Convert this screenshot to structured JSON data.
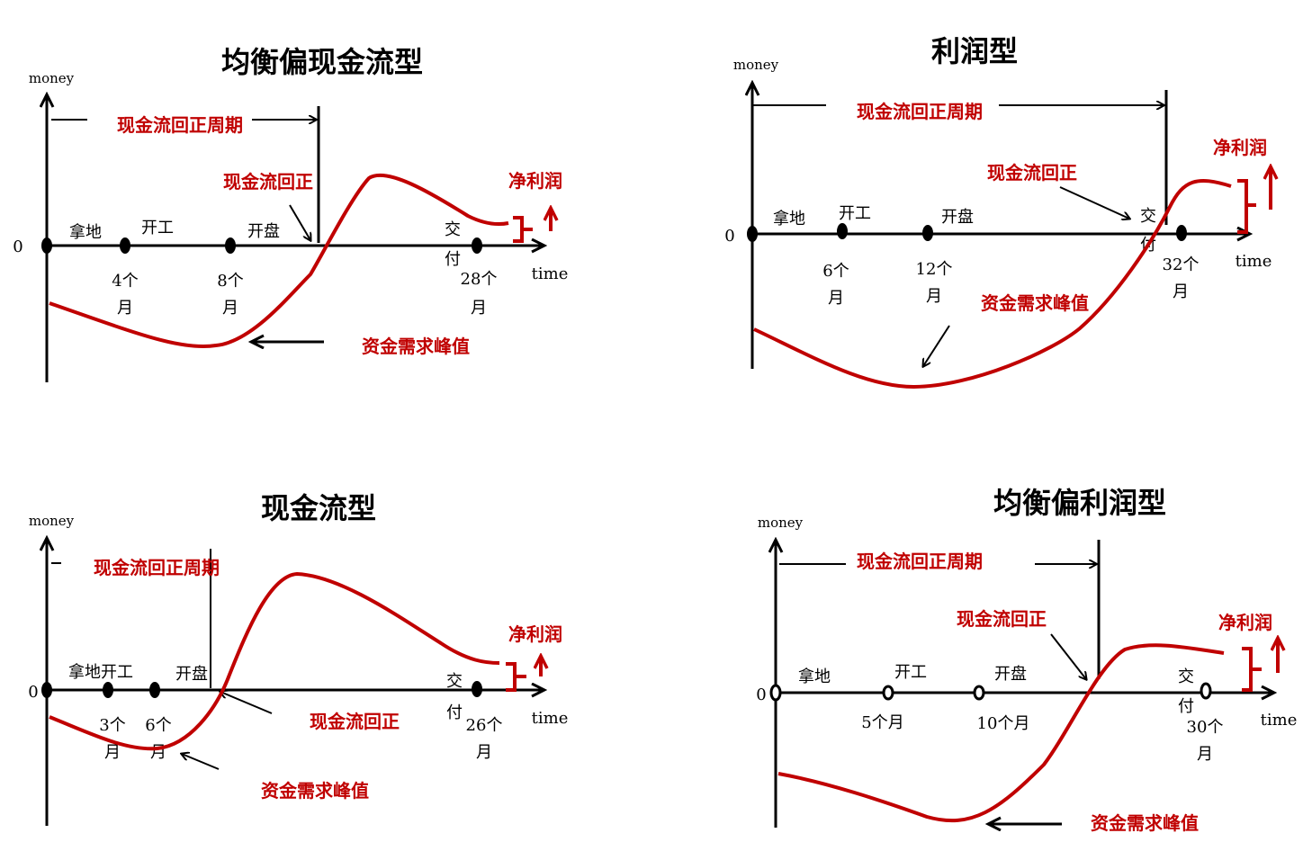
{
  "common": {
    "y_axis": "money",
    "x_axis": "time",
    "zero": "0",
    "period": "现金流回正周期",
    "break_even": "现金流回正",
    "net_profit": "净利润",
    "peak_demand": "资金需求峰值",
    "land": "拿地",
    "construction": "开工",
    "sales_open": "开盘",
    "delivery_1": "交",
    "delivery_2": "付",
    "month": "月",
    "colors": {
      "curve": "#c00000",
      "axis": "#000000"
    }
  },
  "panels": [
    {
      "title": "均衡偏现金流型",
      "m1": "4个",
      "m2": "8个",
      "m3": "28个"
    },
    {
      "title": "利润型",
      "m1": "6个",
      "m2": "12个",
      "m3": "32个"
    },
    {
      "title": "现金流型",
      "stage": "拿地开工",
      "m1": "3个",
      "m2": "6个",
      "m3": "26个"
    },
    {
      "title": "均衡偏利润型",
      "m1": "5个月",
      "m2": "10个月",
      "m3": "30个"
    }
  ]
}
